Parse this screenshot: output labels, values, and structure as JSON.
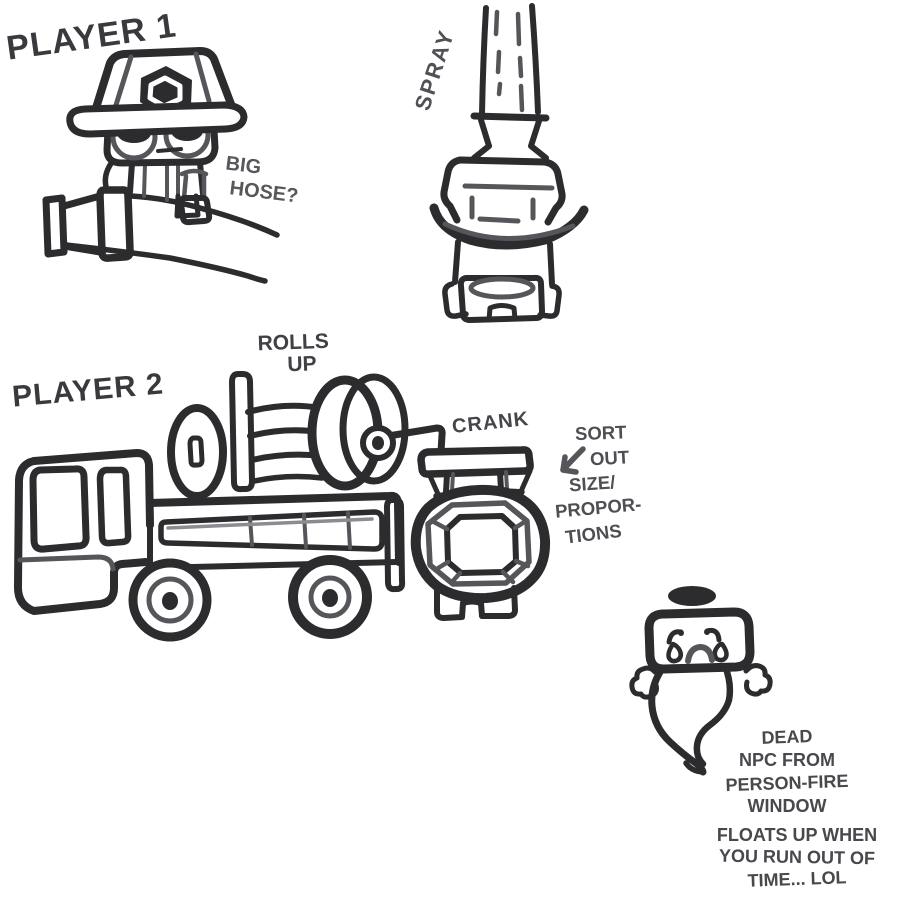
{
  "colors": {
    "paper": "#ffffff",
    "ink": "#2c2c2f",
    "mid": "#55555a",
    "light": "#8b8b90",
    "headline": "#3a3a3e",
    "note": "#4e4e53"
  },
  "annotations": {
    "player1": "PLAYER 1",
    "big_hose": {
      "lines": [
        "BIG",
        "HOSE?"
      ]
    },
    "spray": "SPRAY",
    "player2": "PLAYER 2",
    "rolls_up": {
      "lines": [
        "ROLLS",
        "UP"
      ]
    },
    "crank": "CRANK",
    "sort_out": {
      "lines": [
        "SORT",
        "OUT",
        "SIZE/",
        "PROPOR-",
        "TIONS"
      ]
    },
    "ghost_caption": {
      "lines": [
        "DEAD",
        "NPC FROM",
        "PERSON-FIRE",
        "WINDOW"
      ]
    },
    "ghost_caption2": {
      "lines": [
        "FLOATS UP WHEN",
        "YOU RUN OUT OF",
        "TIME... LOL"
      ]
    }
  },
  "figures": {
    "player1_sketch": "firefighter character wearing helmet holding a big hose",
    "spray_sketch": "firefighter front view spraying water upward",
    "firetruck_sketch": "fire truck with hose reels and side ladder",
    "crank_sketch": "top-down character cranking the hose reel",
    "ghost_sketch": "crying ghost NPC with halo floating up"
  }
}
